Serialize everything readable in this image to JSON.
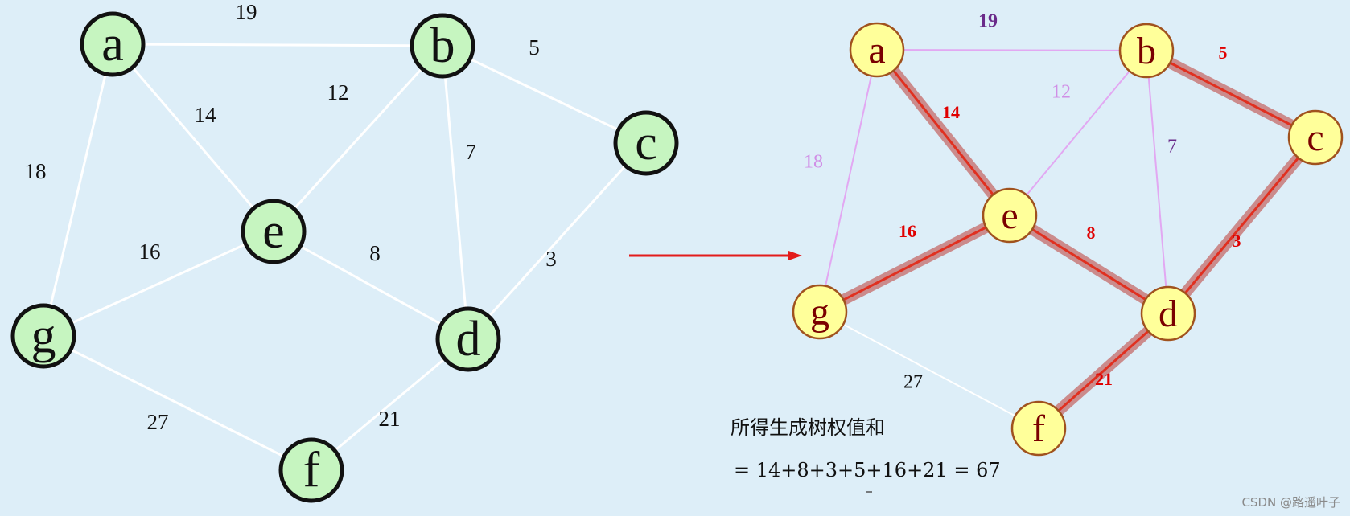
{
  "left_graph": {
    "nodes": [
      "a",
      "b",
      "c",
      "d",
      "e",
      "f",
      "g"
    ],
    "edges": [
      {
        "from": "a",
        "to": "b",
        "weight": "19"
      },
      {
        "from": "b",
        "to": "c",
        "weight": "5"
      },
      {
        "from": "a",
        "to": "e",
        "weight": "14"
      },
      {
        "from": "b",
        "to": "e",
        "weight": "12"
      },
      {
        "from": "b",
        "to": "d",
        "weight": "7"
      },
      {
        "from": "c",
        "to": "d",
        "weight": "3"
      },
      {
        "from": "a",
        "to": "g",
        "weight": "18"
      },
      {
        "from": "e",
        "to": "g",
        "weight": "16"
      },
      {
        "from": "e",
        "to": "d",
        "weight": "8"
      },
      {
        "from": "g",
        "to": "f",
        "weight": "27"
      },
      {
        "from": "d",
        "to": "f",
        "weight": "21"
      }
    ]
  },
  "right_graph": {
    "nodes": [
      "a",
      "b",
      "c",
      "d",
      "e",
      "f",
      "g"
    ],
    "edges": [
      {
        "from": "a",
        "to": "b",
        "weight": "19",
        "in_tree": false
      },
      {
        "from": "b",
        "to": "c",
        "weight": "5",
        "in_tree": true
      },
      {
        "from": "a",
        "to": "e",
        "weight": "14",
        "in_tree": true
      },
      {
        "from": "b",
        "to": "e",
        "weight": "12",
        "in_tree": false
      },
      {
        "from": "b",
        "to": "d",
        "weight": "7",
        "in_tree": false
      },
      {
        "from": "c",
        "to": "d",
        "weight": "3",
        "in_tree": true
      },
      {
        "from": "a",
        "to": "g",
        "weight": "18",
        "in_tree": false
      },
      {
        "from": "e",
        "to": "g",
        "weight": "16",
        "in_tree": true
      },
      {
        "from": "e",
        "to": "d",
        "weight": "8",
        "in_tree": true
      },
      {
        "from": "g",
        "to": "f",
        "weight": "27",
        "in_tree": false
      },
      {
        "from": "d",
        "to": "f",
        "weight": "21",
        "in_tree": true
      }
    ]
  },
  "caption": {
    "line1": "所得生成树权值和",
    "line2": "= 14+8+3+5+16+21 = 67"
  },
  "watermark": "CSDN @路遥叶子",
  "colors": {
    "panel_bg": "#ddeef8",
    "left_node_fill": "#c6f5c0",
    "left_node_stroke": "#111111",
    "left_edge": "#ffffff",
    "right_node_fill": "#ffff9a",
    "right_node_stroke": "#a0521e",
    "right_letter": "#7a0000",
    "tree_edge": "#e03020",
    "tree_edge_shadow": "#c87a7a",
    "nontree_edge_purple": "#e2a8f2",
    "nontree_edge_white": "#ffffff",
    "arrow": "#e31b1b",
    "tree_weight_label": "#e00000",
    "nontree_weight_label": "#d08ee6"
  }
}
